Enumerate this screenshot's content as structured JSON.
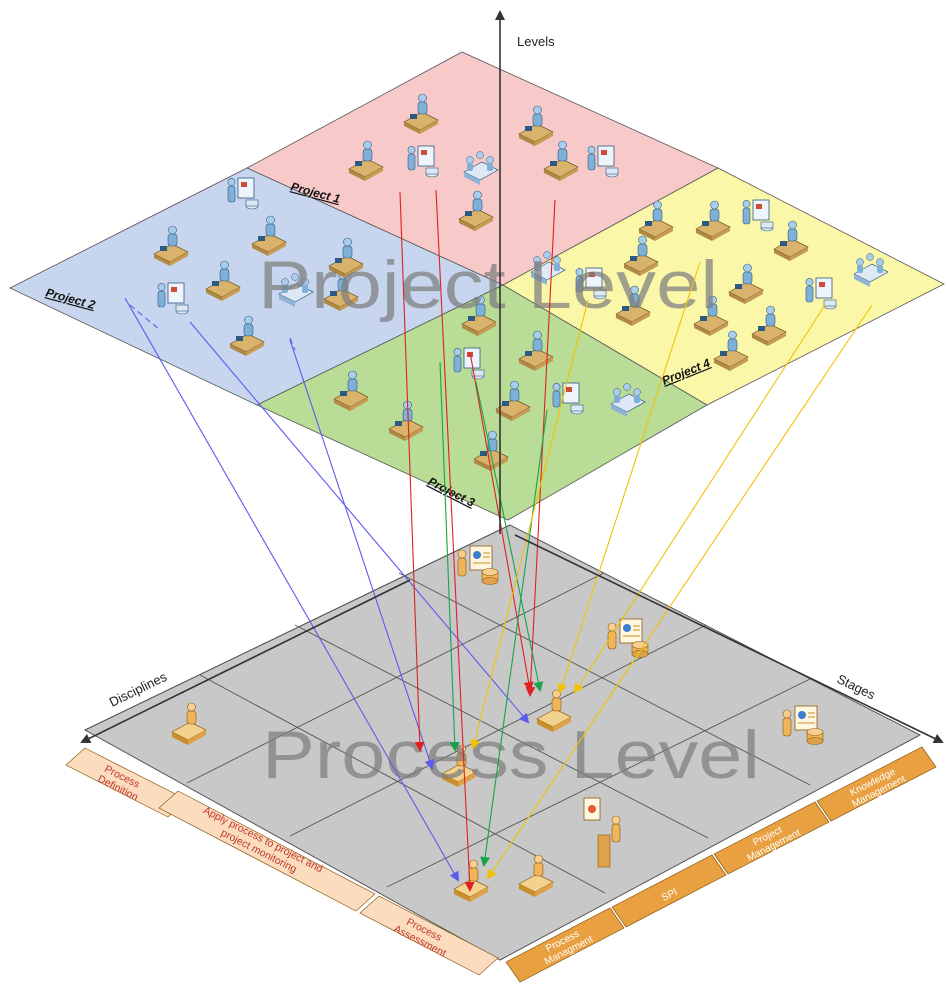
{
  "axes": {
    "levels": "Levels",
    "disciplines": "Disciplines",
    "stages": "Stages"
  },
  "planes": {
    "project_level": "Project Level",
    "process_level": "Process Level"
  },
  "projects": [
    {
      "label": "Project 1",
      "color": "#f7c9c9"
    },
    {
      "label": "Project 2",
      "color": "#c7d6ee"
    },
    {
      "label": "Project 3",
      "color": "#b9dc96"
    },
    {
      "label": "Project 4",
      "color": "#fbf7a9"
    }
  ],
  "disciplines": [
    {
      "lines": [
        "Process",
        "Definition"
      ]
    },
    {
      "lines": [
        "Apply process to project and",
        "project monitoring"
      ]
    },
    {
      "lines": [
        "Process",
        "Assessment"
      ]
    }
  ],
  "stages": [
    {
      "lines": [
        "Process",
        "Managment"
      ]
    },
    {
      "lines": [
        "SPI"
      ]
    },
    {
      "lines": [
        "Project",
        "Management"
      ]
    },
    {
      "lines": [
        "Knowledge",
        "Management"
      ]
    }
  ],
  "colors": {
    "project_1_arrows": "#e02020",
    "project_2_arrows": "#5b5bf0",
    "project_3_arrows": "#1aa34a",
    "project_4_arrows": "#f2c200",
    "process_plane": "#c8c8c8",
    "discipline_tab": "#fbdcbf",
    "stage_tab": "#e8a040"
  }
}
